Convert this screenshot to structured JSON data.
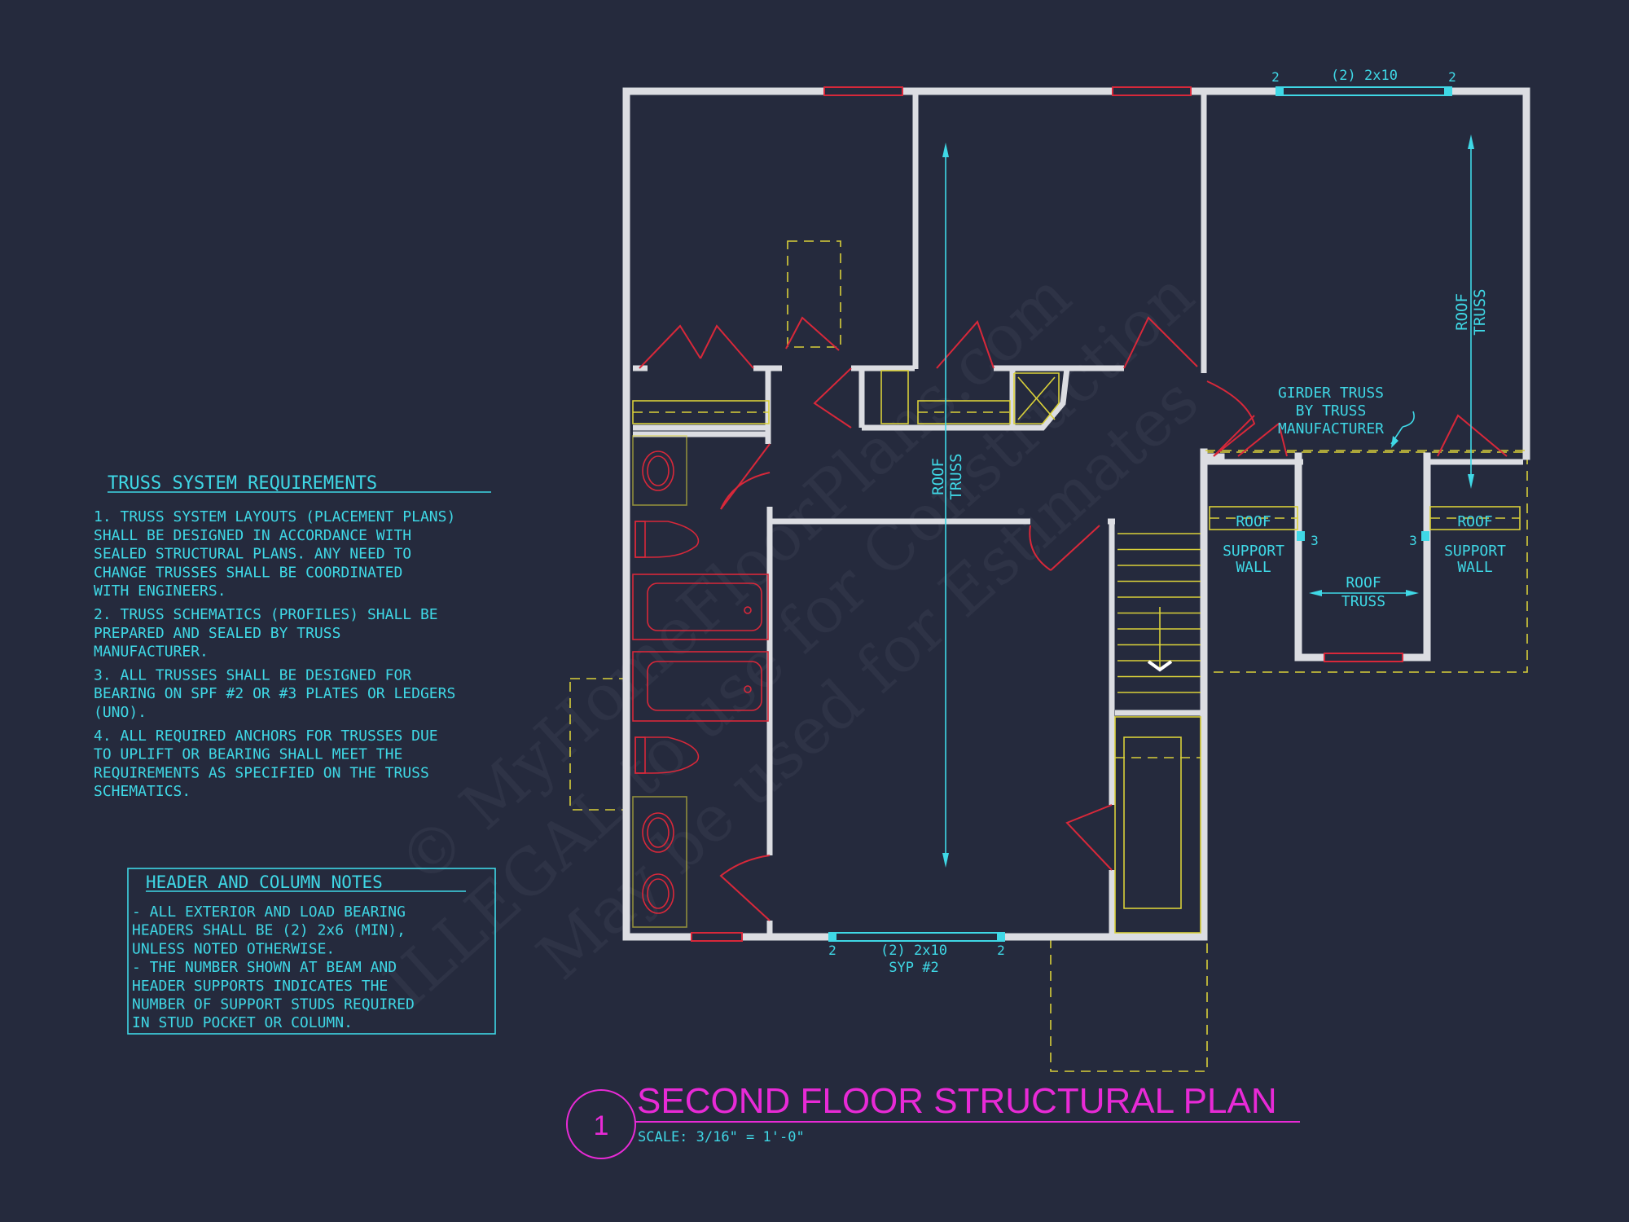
{
  "title": {
    "number": "1",
    "text": "SECOND FLOOR STRUCTURAL PLAN",
    "scale": "SCALE: 3/16\" = 1'-0\""
  },
  "truss_notes": {
    "heading": "TRUSS SYSTEM REQUIREMENTS",
    "lines": [
      "1. TRUSS SYSTEM LAYOUTS (PLACEMENT PLANS)",
      "SHALL BE DESIGNED IN ACCORDANCE WITH",
      "SEALED STRUCTURAL PLANS. ANY NEED TO",
      "CHANGE TRUSSES SHALL BE COORDINATED",
      "WITH  ENGINEERS.",
      "2. TRUSS SCHEMATICS (PROFILES) SHALL BE",
      "PREPARED AND SEALED BY TRUSS",
      "MANUFACTURER.",
      "3. ALL TRUSSES SHALL BE DESIGNED FOR",
      "BEARING ON SPF #2 OR #3 PLATES OR LEDGERS",
      "(UNO).",
      "4. ALL REQUIRED ANCHORS FOR TRUSSES DUE",
      "TO UPLIFT OR BEARING SHALL MEET THE",
      "REQUIREMENTS AS SPECIFIED ON THE TRUSS",
      "SCHEMATICS."
    ]
  },
  "header_notes": {
    "heading": "HEADER AND COLUMN NOTES",
    "lines": [
      "- ALL EXTERIOR AND LOAD BEARING",
      "HEADERS SHALL BE (2) 2x6 (MIN),",
      "UNLESS NOTED OTHERWISE.",
      "- THE NUMBER SHOWN AT BEAM AND",
      "HEADER SUPPORTS INDICATES THE",
      "NUMBER OF SUPPORT STUDS REQUIRED",
      "IN STUD POCKET OR COLUMN."
    ]
  },
  "plan_labels": {
    "top_header": "(2) 2x10",
    "top_left_studs": "2",
    "top_right_studs": "2",
    "bottom_header": "(2) 2x10",
    "bottom_header_sub": "SYP #2",
    "bottom_left_studs": "2",
    "bottom_right_studs": "2",
    "roof_truss_center_1": "ROOF",
    "roof_truss_center_2": "TRUSS",
    "roof_truss_right_1": "ROOF",
    "roof_truss_right_2": "TRUSS",
    "girder_1": "GIRDER TRUSS",
    "girder_2": "BY TRUSS",
    "girder_3": "MANUFACTURER",
    "roof_left": "ROOF",
    "support_left_1": "SUPPORT",
    "support_left_2": "WALL",
    "roof_right": "ROOF",
    "support_right_1": "SUPPORT",
    "support_right_2": "WALL",
    "studs_left_3": "3",
    "studs_right_3": "3",
    "porch_roof_1": "ROOF",
    "porch_roof_2": "TRUSS"
  },
  "watermark": {
    "line1": "© MyHomeFloorPlans.com",
    "line2": "ILLEGAL to use for Construction",
    "line3": "May be used for Estimates"
  },
  "colors": {
    "background": "#252a3d",
    "annotation": "#3fd8e6",
    "walls": "#dcdde2",
    "doors_windows": "#d8283a",
    "hidden_lines": "#d9d03a",
    "title": "#e82ad6"
  }
}
